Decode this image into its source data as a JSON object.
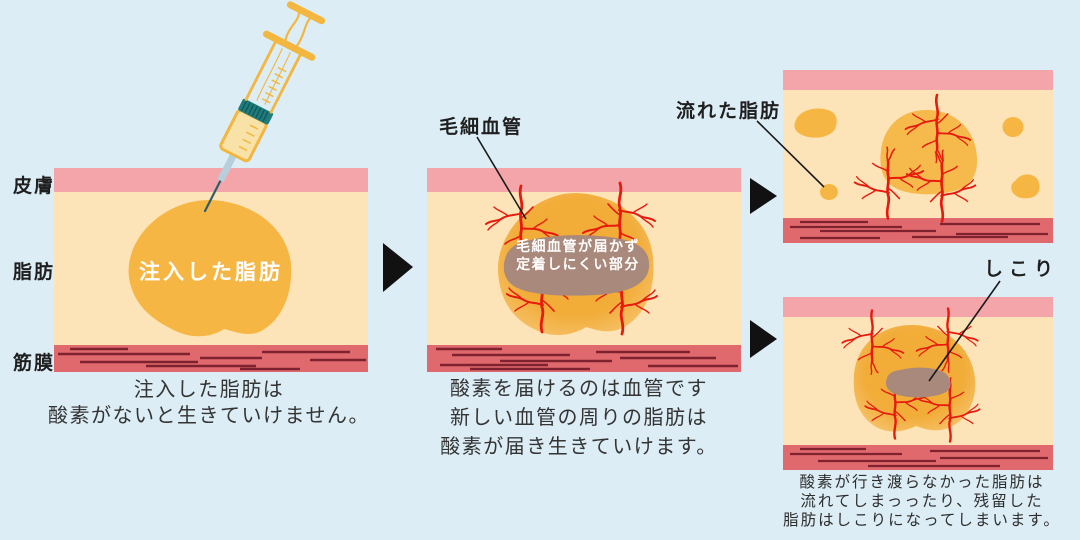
{
  "palette": {
    "background": "#DCEDF6",
    "skin_layer": "#F4A5AA",
    "fat_layer": "#FDE4B8",
    "fascia_layer": "#E0696E",
    "fascia_fiber_line": "#7E2230",
    "injected_fat_orange": "#F6B644",
    "fat_halo_light": "#F6C571",
    "capillary_red": "#E8190D",
    "unreached_brown": "#A8897B",
    "syringe_yellow": "#F3B63E",
    "syringe_vial_fill": "#F8E2A8",
    "syringe_band_teal": "#207B7A",
    "needle_dark_teal": "#2F5D6B",
    "needle_hub_blue": "#B7CEDC",
    "arrow_black": "#111111",
    "text_dark": "#343434",
    "label_white": "#FFFFFF"
  },
  "layer_labels": {
    "skin": "皮膚",
    "fat": "脂肪",
    "fascia": "筋膜"
  },
  "step1": {
    "blob_label": "注入した脂肪",
    "caption": [
      "注入した脂肪は",
      "酸素がないと生きていけません。"
    ]
  },
  "step2": {
    "capillary_label": "毛細血管",
    "unreached_note": [
      "毛細血管が届かず",
      "定着しにくい部分"
    ],
    "caption": [
      "酸素を届けるのは血管です",
      "新しい血管の周りの脂肪は",
      "酸素が届き生きていけます。"
    ]
  },
  "step3": {
    "flowed_fat_label": "流れた脂肪",
    "lump_label": "しこり",
    "caption": [
      "酸素が行き渡らなかった脂肪は",
      "流れてしまっったり、残留した",
      "脂肪はしこりになってしまいます。"
    ]
  }
}
